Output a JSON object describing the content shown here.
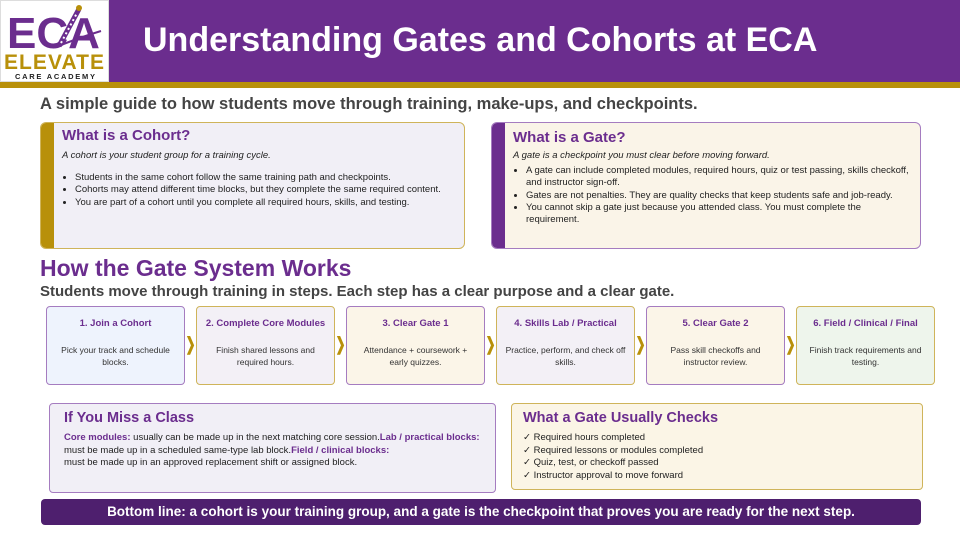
{
  "header": {
    "title": "Understanding Gates and Cohorts at ECA",
    "logo_text": {
      "mark": "ECA",
      "name": "ELEVATE",
      "tagline": "CARE ACADEMY"
    }
  },
  "subtitle": "A simple guide to how students move through training, make-ups, and checkpoints.",
  "cohort": {
    "title": "What is a Cohort?",
    "lead": "A cohort is your student group for a training cycle.",
    "bullets": [
      "Students in the same cohort follow the same training path and checkpoints.",
      "Cohorts may attend different time blocks, but they complete the same required content.",
      "You are part of a cohort until you complete all required hours, skills, and testing."
    ]
  },
  "gate": {
    "title": "What is a Gate?",
    "lead": "A gate is a checkpoint you must clear before moving forward.",
    "bullets": [
      "A gate can include completed modules, required hours, quiz or test passing, skills checkoff, and instructor sign-off.",
      "Gates are not penalties. They are quality checks that keep students safe and job-ready.",
      "You cannot skip a gate just because you attended class. You must complete the requirement."
    ]
  },
  "how": {
    "title": "How the Gate System Works",
    "subtitle": "Students move through training in steps. Each step has a clear purpose and a clear gate."
  },
  "steps": [
    {
      "title": "1. Join a Cohort",
      "desc": "Pick your track and schedule blocks.",
      "border": "#a57cc0",
      "bg": "#eef3fd"
    },
    {
      "title": "2. Complete Core Modules",
      "desc": "Finish shared lessons and required hours.",
      "border": "#cfb45a",
      "bg": "#f3f0f6"
    },
    {
      "title": "3. Clear Gate 1",
      "desc": "Attendance + coursework + early quizzes.",
      "border": "#a57cc0",
      "bg": "#fbf5e8"
    },
    {
      "title": "4. Skills Lab / Practical",
      "desc": "Practice, perform, and check off skills.",
      "border": "#cfb45a",
      "bg": "#f3f0f6"
    },
    {
      "title": "5. Clear Gate 2",
      "desc": "Pass skill checkoffs and instructor review.",
      "border": "#a57cc0",
      "bg": "#fbf5e8"
    },
    {
      "title": "6. Field / Clinical / Final",
      "desc": "Finish track requirements and testing.",
      "border": "#cfb45a",
      "bg": "#eef5ec"
    }
  ],
  "miss": {
    "title": "If You Miss a Class",
    "items": [
      {
        "label": "Core modules:",
        "text": " usually can be made up in the next matching core session."
      },
      {
        "label": "Lab / practical blocks:",
        "text": " must be made up in a scheduled same-type lab block."
      },
      {
        "label": "Field / clinical blocks:",
        "text": " must be made up in an approved replacement shift or assigned block."
      }
    ]
  },
  "checks": {
    "title": "What a Gate Usually Checks",
    "items": [
      "✓ Required hours completed",
      "✓ Required lessons or modules completed",
      "✓ Quiz, test, or checkoff passed",
      "✓ Instructor approval to move forward"
    ]
  },
  "bottom_line": "Bottom line: a cohort is your training group, and a gate is the checkpoint that proves you are ready for the next step.",
  "colors": {
    "brand_purple": "#6b2d8e",
    "brand_gold": "#b8900a",
    "dark_purple": "#4e1f6e"
  }
}
